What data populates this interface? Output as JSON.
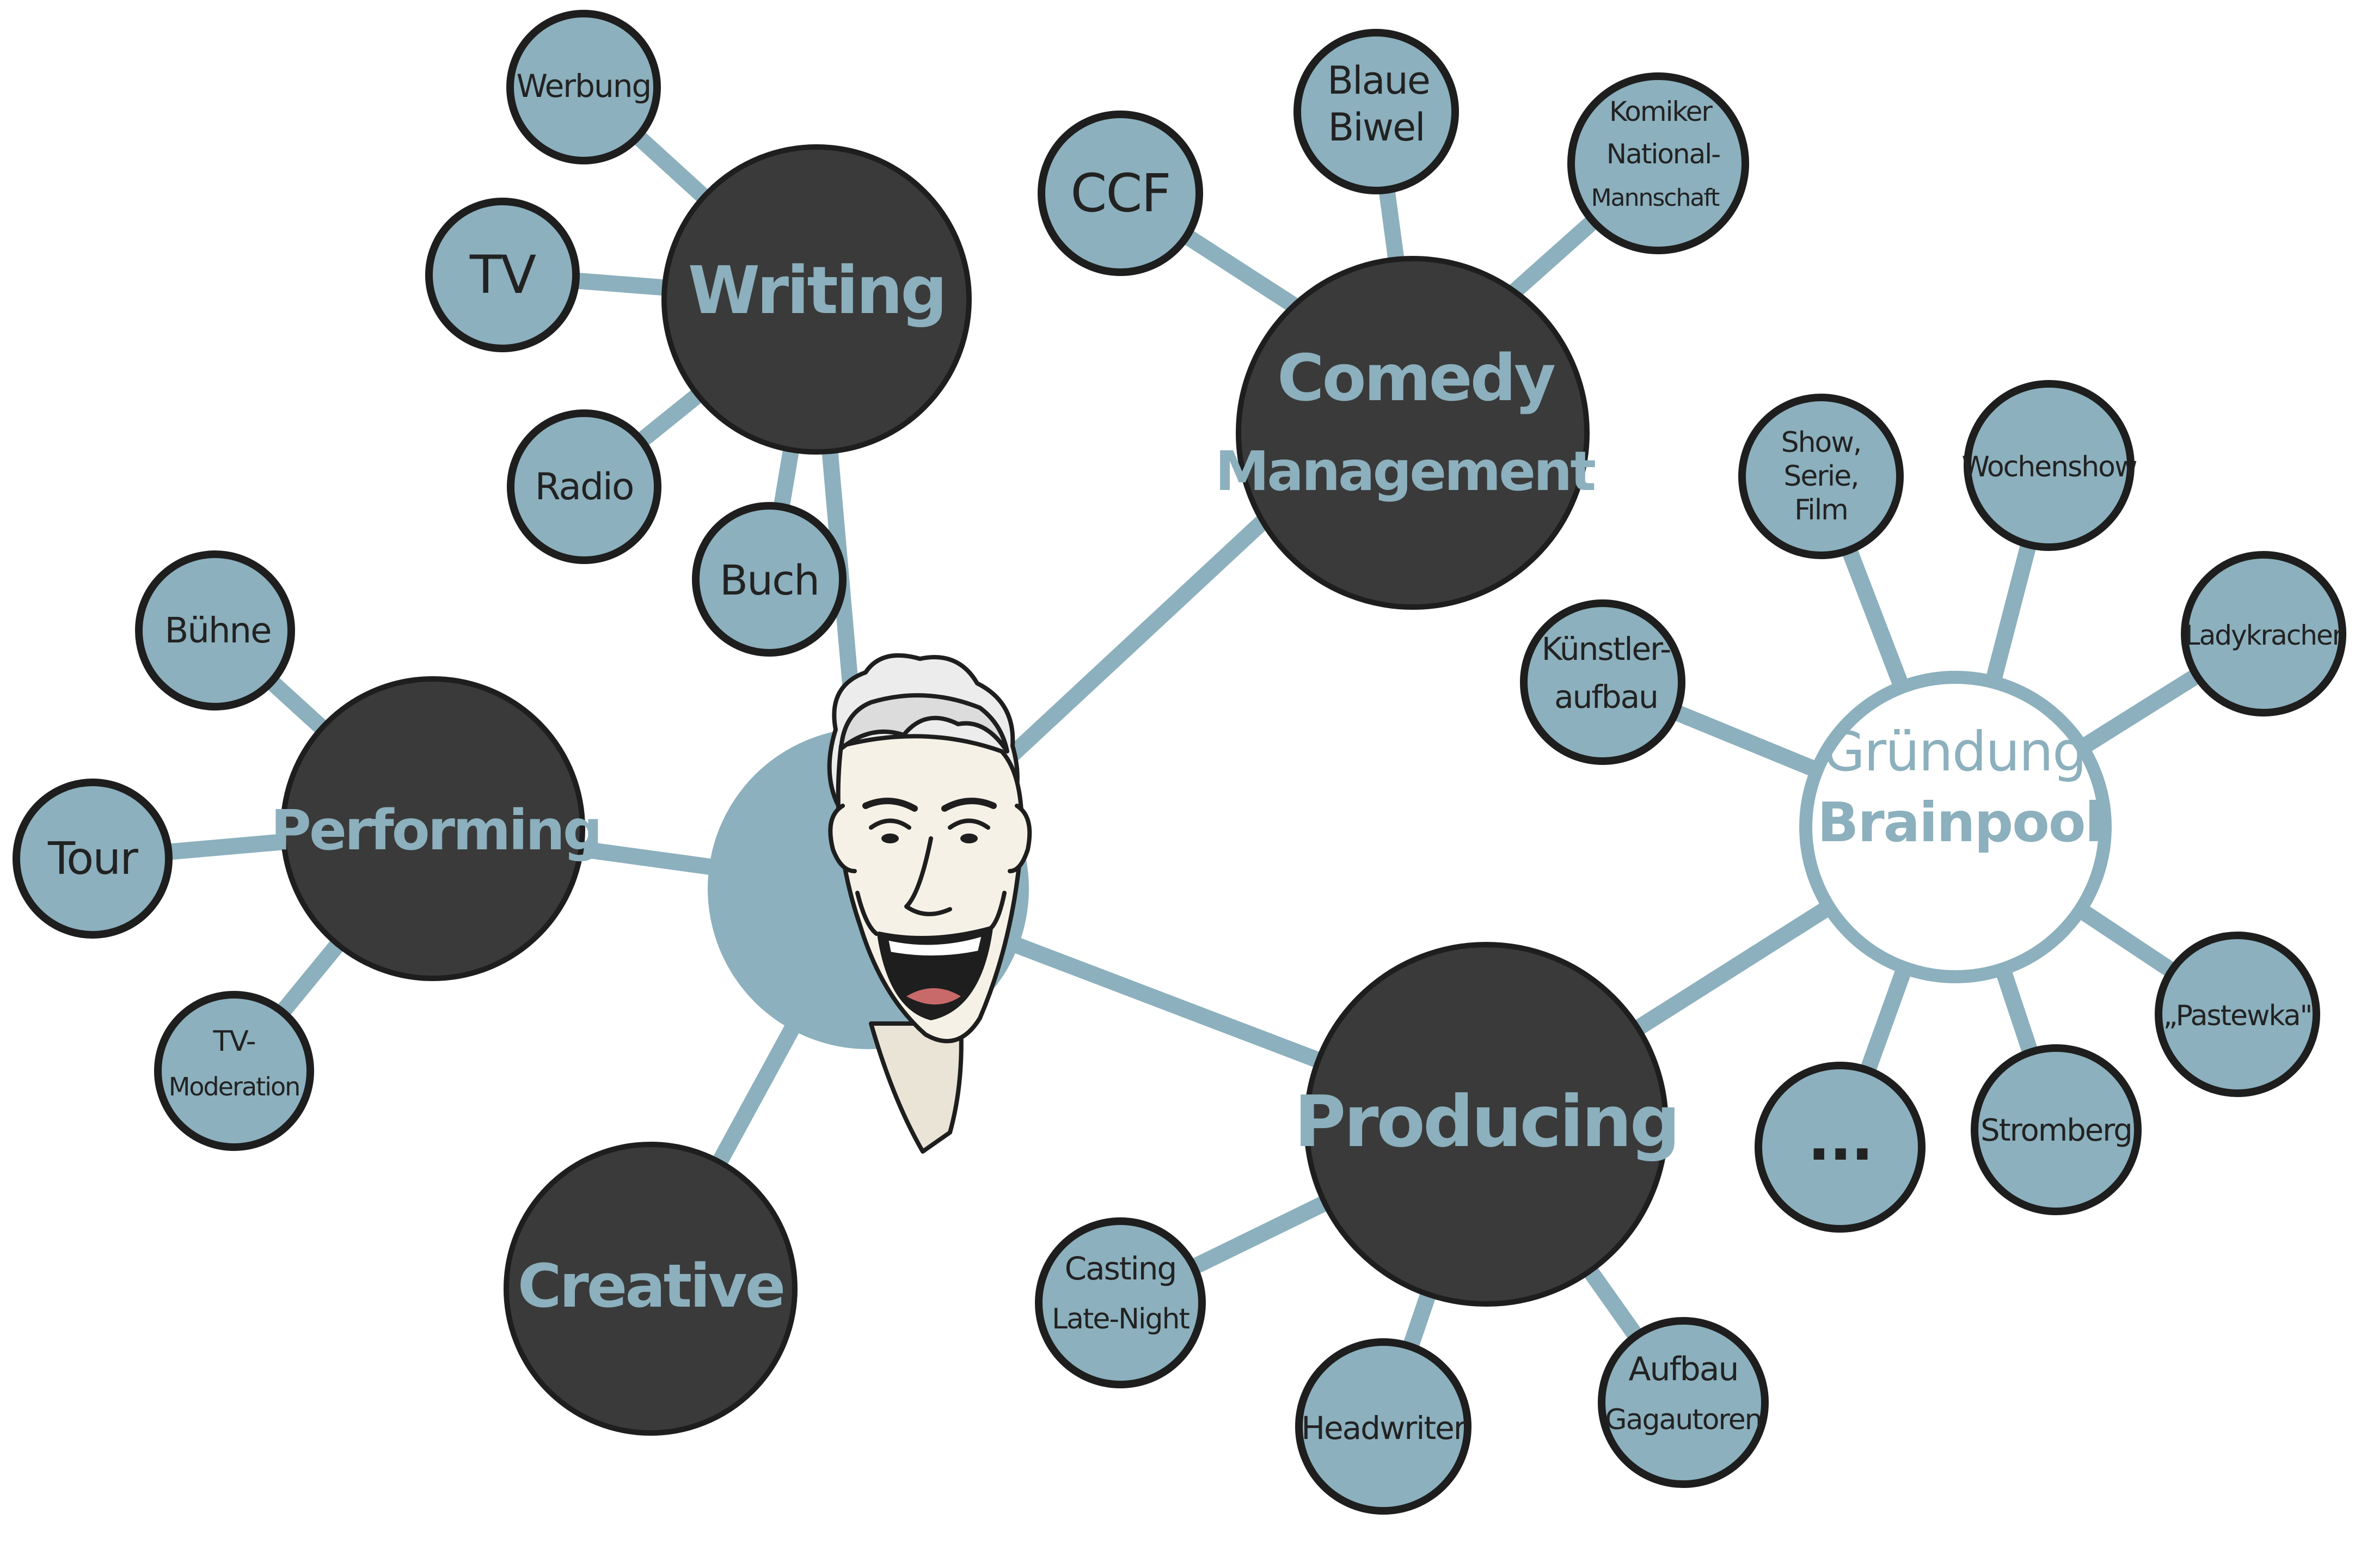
{
  "colors": {
    "accent": "#8cb0bd",
    "hub_fill": "#3a3a3a",
    "outline": "#1e1e1e",
    "background": "#ffffff"
  },
  "center": {
    "name": "person-caricature"
  },
  "hubs": {
    "writing": "Writing",
    "comedy_1": "Comedy",
    "comedy_2": "Management",
    "performing": "Performing",
    "creative": "Creative",
    "producing": "Producing"
  },
  "brainpool": {
    "line1": "Gründung",
    "line2": "Brainpool"
  },
  "leaves": {
    "werbung": "Werbung",
    "tv": "TV",
    "radio": "Radio",
    "buch": "Buch",
    "ccf": "CCF",
    "blaue_1": "Blaue",
    "blaue_2": "Biwel",
    "komiker_1": "Komiker",
    "komiker_2": "National-",
    "komiker_3": "Mannschaft",
    "buehne": "Bühne",
    "tour": "Tour",
    "tvmod_1": "TV-",
    "tvmod_2": "Moderation",
    "casting_1": "Casting",
    "casting_2": "Late-Night",
    "headwriter": "Headwriter",
    "aufbau_1": "Aufbau",
    "aufbau_2": "Gagautoren",
    "show_1": "Show,",
    "show_2": "Serie,",
    "show_3": "Film",
    "wochenshow": "Wochenshow",
    "ladykracher": "Ladykracher",
    "kuenstler_1": "Künstler-",
    "kuenstler_2": "aufbau",
    "pastewka": "„Pastewka\"",
    "stromberg": "Stromberg",
    "dots": "..."
  }
}
